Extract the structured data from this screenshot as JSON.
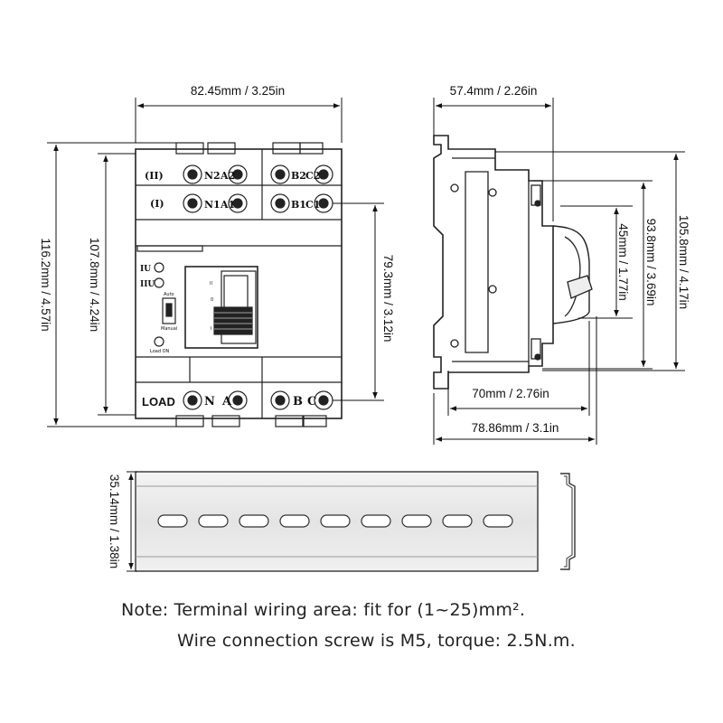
{
  "front_view": {
    "width_dim": "82.45mm / 3.25in",
    "height_outer_dim": "116.2mm / 4.57in",
    "height_inner_dim": "107.8mm / 4.24in",
    "terminal_spacing_dim": "79.3mm / 3.12in",
    "row2_label": "(II)",
    "row1_label": "(I)",
    "row2_terminals": [
      "N2",
      "A2",
      "B2",
      "C2"
    ],
    "row1_terminals": [
      "N1",
      "A1",
      "B1",
      "C1"
    ],
    "load_label": "LOAD",
    "load_terminals": [
      "N",
      "A",
      "B",
      "C"
    ],
    "indicator_1": "IU",
    "indicator_2": "IIU",
    "switch_top": "Auto",
    "switch_bottom": "Manual",
    "load_on_label": "Load ON",
    "handle_marks": [
      "II",
      "0",
      "I"
    ]
  },
  "side_view": {
    "top_width_dim": "57.4mm / 2.26in",
    "depth1_dim": "70mm / 2.76in",
    "depth2_dim": "78.86mm / 3.1in",
    "height1_dim": "45mm / 1.77in",
    "height2_dim": "93.8mm / 3.69in",
    "height3_dim": "105.8mm / 4.17in"
  },
  "rail": {
    "height_dim": "35.14mm / 1.38in"
  },
  "note": {
    "line1": "Note: Terminal wiring area: fit for (1~25)mm².",
    "line2": "Wire connection screw is M5, torque: 2.5N.m."
  }
}
